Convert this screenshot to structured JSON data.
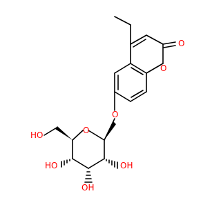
{
  "molecule": {
    "colors": {
      "bond": "#000000",
      "oxygen": "#ff0000",
      "background": "#ffffff"
    },
    "labels": {
      "carbonyl_o": "O",
      "ring_o": "O",
      "ether_o": "O",
      "pyranose_o": "O",
      "ch2oh": "HO",
      "oh_c2": "OH",
      "oh_c3": "OH",
      "oh_c4": "HO"
    }
  }
}
